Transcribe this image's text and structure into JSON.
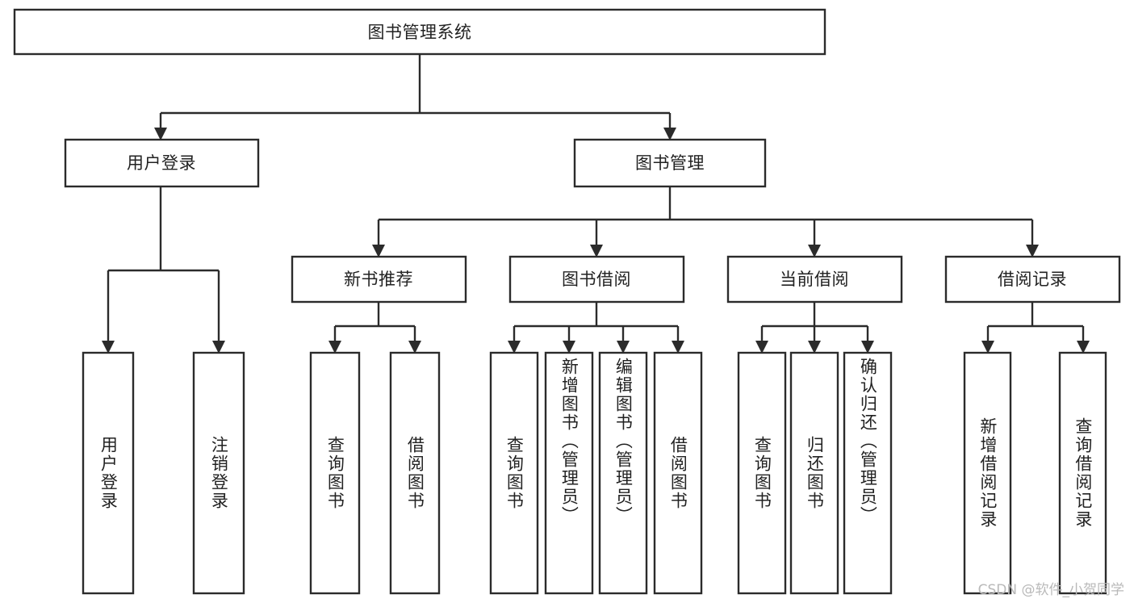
{
  "diagram": {
    "title": "图书管理系统",
    "type": "tree",
    "orientation": "top-down",
    "colors": {
      "box_stroke": "#2b2b2b",
      "box_fill": "#ffffff",
      "text": "#222222",
      "background": "#ffffff",
      "watermark": "#b9b9b9"
    },
    "root": {
      "id": "root",
      "label": "图书管理系统",
      "text_orientation": "horizontal"
    },
    "level2": [
      {
        "id": "user-login",
        "label": "用户登录",
        "text_orientation": "horizontal"
      },
      {
        "id": "book-management",
        "label": "图书管理",
        "text_orientation": "horizontal"
      }
    ],
    "level3": [
      {
        "id": "new-book-recommend",
        "label": "新书推荐",
        "parent": "book-management",
        "text_orientation": "horizontal"
      },
      {
        "id": "book-borrow",
        "label": "图书借阅",
        "parent": "book-management",
        "text_orientation": "horizontal"
      },
      {
        "id": "current-borrow",
        "label": "当前借阅",
        "parent": "book-management",
        "text_orientation": "horizontal"
      },
      {
        "id": "borrow-record",
        "label": "借阅记录",
        "parent": "book-management",
        "text_orientation": "horizontal"
      }
    ],
    "leaves": [
      {
        "id": "leaf-user-login",
        "label": "用户登录",
        "parent": "user-login",
        "text_orientation": "vertical"
      },
      {
        "id": "leaf-user-logout",
        "label": "注销登录",
        "parent": "user-login",
        "text_orientation": "vertical"
      },
      {
        "id": "leaf-query-book-1",
        "label": "查询图书",
        "parent": "new-book-recommend",
        "text_orientation": "vertical"
      },
      {
        "id": "leaf-borrow-book-1",
        "label": "借阅图书",
        "parent": "new-book-recommend",
        "text_orientation": "vertical"
      },
      {
        "id": "leaf-query-book-2",
        "label": "查询图书",
        "parent": "book-borrow",
        "text_orientation": "vertical"
      },
      {
        "id": "leaf-add-book",
        "label": "新增图书（管理员）",
        "parent": "book-borrow",
        "text_orientation": "vertical"
      },
      {
        "id": "leaf-edit-book",
        "label": "编辑图书（管理员）",
        "parent": "book-borrow",
        "text_orientation": "vertical"
      },
      {
        "id": "leaf-borrow-book-2",
        "label": "借阅图书",
        "parent": "book-borrow",
        "text_orientation": "vertical"
      },
      {
        "id": "leaf-query-book-3",
        "label": "查询图书",
        "parent": "current-borrow",
        "text_orientation": "vertical"
      },
      {
        "id": "leaf-return-book",
        "label": "归还图书",
        "parent": "current-borrow",
        "text_orientation": "vertical"
      },
      {
        "id": "leaf-confirm-return",
        "label": "确认归还（管理员）",
        "parent": "current-borrow",
        "text_orientation": "vertical"
      },
      {
        "id": "leaf-add-record",
        "label": "新增借阅记录",
        "parent": "borrow-record",
        "text_orientation": "vertical"
      },
      {
        "id": "leaf-query-record",
        "label": "查询借阅记录",
        "parent": "borrow-record",
        "text_orientation": "vertical"
      }
    ],
    "watermark": "CSDN @软件_小贺同学"
  }
}
